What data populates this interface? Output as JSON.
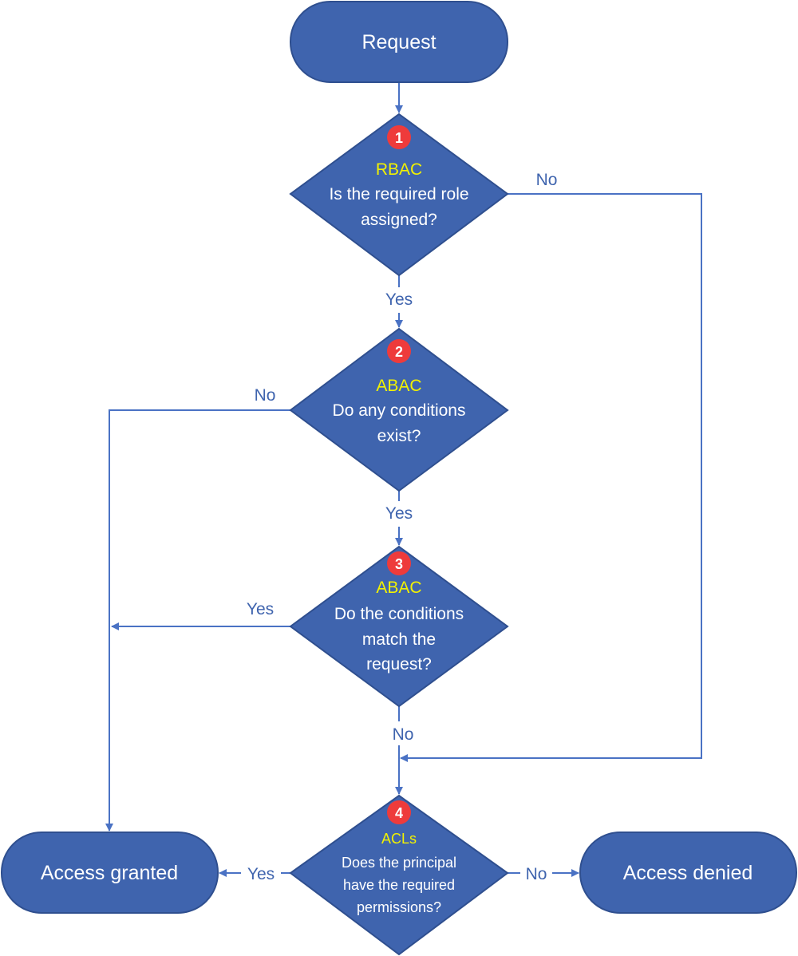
{
  "colors": {
    "shape_fill": "#3f64ae",
    "shape_stroke": "#2f4f8f",
    "connector": "#4a72c4",
    "edge_label": "#3f64ae",
    "category_text": "#f2f200",
    "badge": "#ee3b3b"
  },
  "start": {
    "label": "Request"
  },
  "decisions": [
    {
      "number": "1",
      "category": "RBAC",
      "question_lines": [
        "Is the required role",
        "assigned?"
      ]
    },
    {
      "number": "2",
      "category": "ABAC",
      "question_lines": [
        "Do any conditions",
        "exist?"
      ]
    },
    {
      "number": "3",
      "category": "ABAC",
      "question_lines": [
        "Do the conditions",
        "match the",
        "request?"
      ]
    },
    {
      "number": "4",
      "category": "ACLs",
      "question_lines": [
        "Does the principal",
        "have the required",
        "permissions?"
      ]
    }
  ],
  "outcomes": {
    "granted": "Access granted",
    "denied": "Access denied"
  },
  "edge_labels": {
    "d1_no": "No",
    "d1_yes": "Yes",
    "d2_no": "No",
    "d2_yes": "Yes",
    "d3_yes": "Yes",
    "d3_no": "No",
    "d4_yes": "Yes",
    "d4_no": "No"
  }
}
